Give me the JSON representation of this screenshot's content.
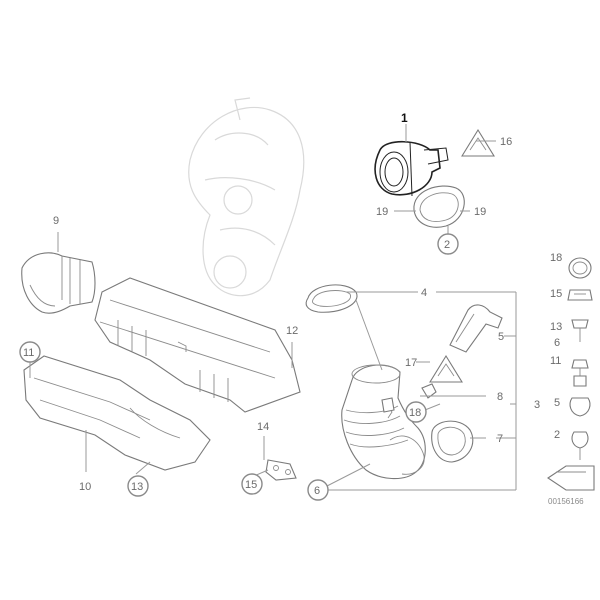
{
  "diagram": {
    "document_id": "00156166",
    "callouts": {
      "c1": "1",
      "c2": "2",
      "c3": "3",
      "c4": "4",
      "c5": "5",
      "c6": "6",
      "c7": "7",
      "c8": "8",
      "c9": "9",
      "c10": "10",
      "c11": "11",
      "c12": "12",
      "c13": "13",
      "c14": "14",
      "c15": "15",
      "c16": "16",
      "c17": "17",
      "c18": "18",
      "c19a": "19",
      "c19b": "19"
    },
    "side_legend": {
      "s18": "18",
      "s15": "15",
      "s13": "13",
      "s6": "6",
      "s11": "11",
      "s5": "5",
      "s2": "2"
    },
    "colors": {
      "line": "#8a8a8a",
      "highlight": "#222222",
      "ghost": "#d9d9d9",
      "text": "#6b6b6b"
    }
  }
}
